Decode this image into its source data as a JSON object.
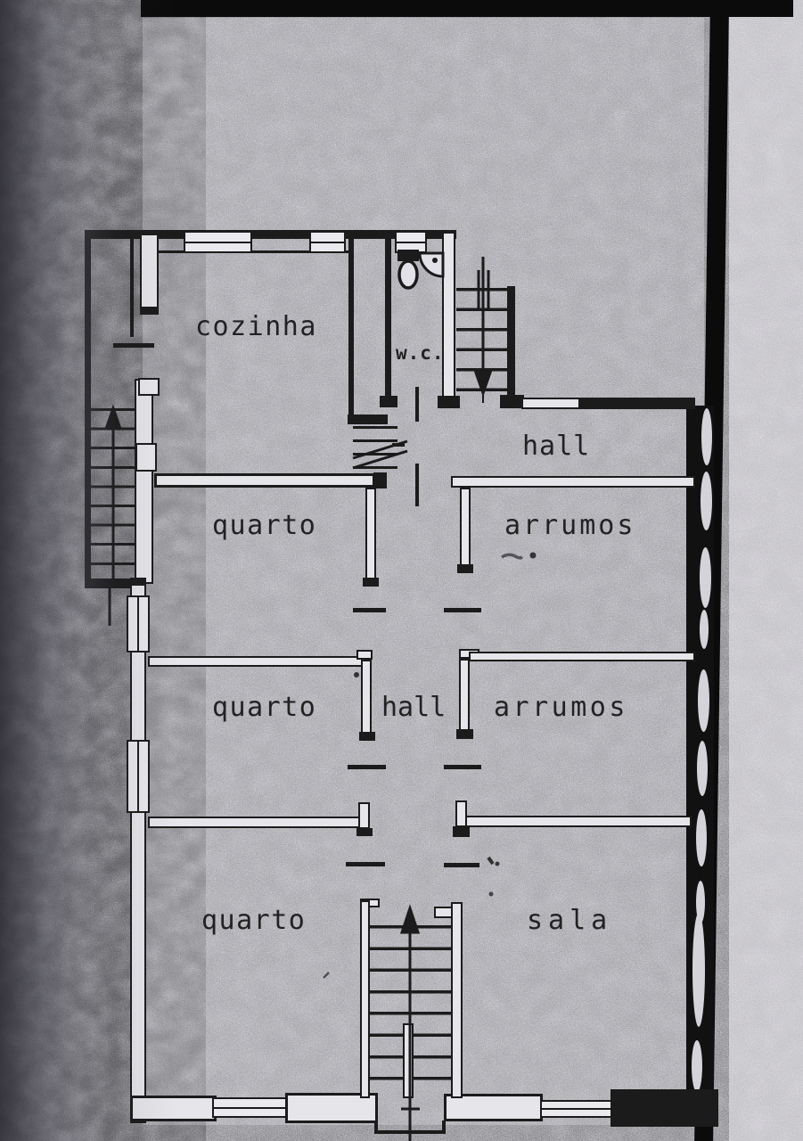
{
  "page": {
    "type": "scanned architectural floor plan",
    "orientation": "portrait"
  },
  "colors": {
    "paper": "#d7d6dc",
    "ink": "#1b1b1b",
    "scan_bar": "#0b0b0b"
  },
  "rooms": [
    {
      "id": "cozinha",
      "label": "cozinha"
    },
    {
      "id": "wc",
      "label": "w.c."
    },
    {
      "id": "hall-upper",
      "label": "hall"
    },
    {
      "id": "quarto-1",
      "label": "quarto"
    },
    {
      "id": "arrumos-1",
      "label": "arrumos"
    },
    {
      "id": "quarto-2",
      "label": "quarto"
    },
    {
      "id": "hall-middle",
      "label": "hall"
    },
    {
      "id": "arrumos-2",
      "label": "arrumos"
    },
    {
      "id": "quarto-3",
      "label": "quarto"
    },
    {
      "id": "sala",
      "label": "sala"
    }
  ],
  "stairs": [
    {
      "id": "upper-right-stairs",
      "direction": "down"
    },
    {
      "id": "upper-left-stairs",
      "direction": "up"
    },
    {
      "id": "lower-center-stairs",
      "direction": "up"
    }
  ],
  "fixtures": [
    {
      "id": "toilet"
    },
    {
      "id": "washbasin"
    }
  ]
}
